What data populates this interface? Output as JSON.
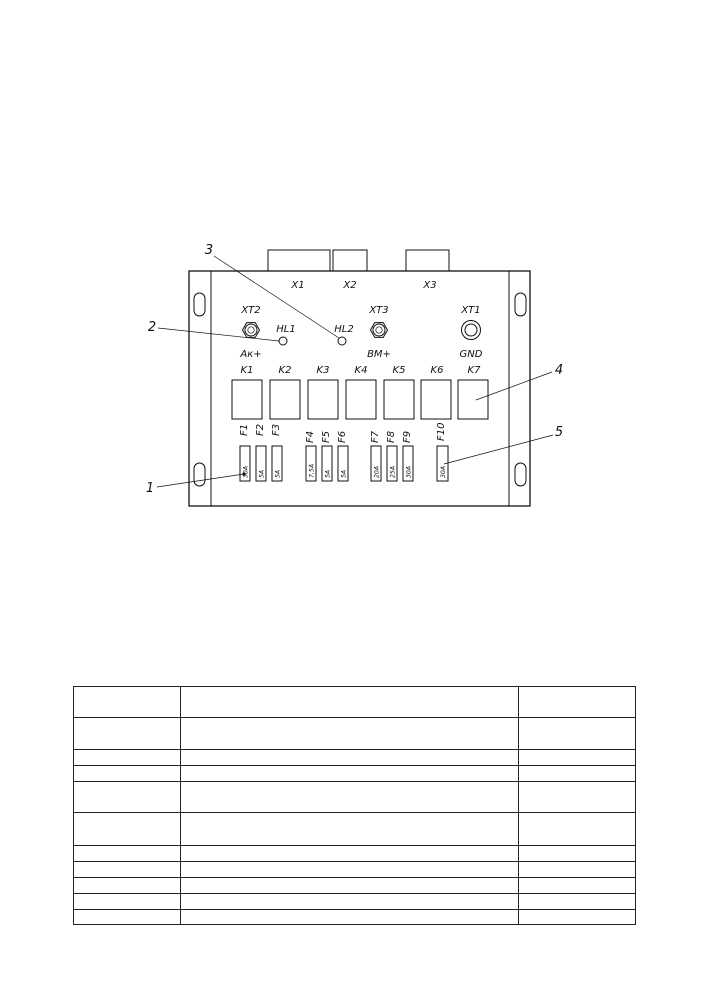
{
  "connectors": [
    "X1",
    "X2",
    "X3"
  ],
  "terminals": [
    {
      "id": "XT2",
      "label": "Aк+"
    },
    {
      "id": "XT3",
      "label": "BM+"
    },
    {
      "id": "XT1",
      "label": "GND"
    }
  ],
  "indicators": [
    "HL1",
    "HL2"
  ],
  "relays": [
    "K1",
    "K2",
    "K3",
    "K4",
    "K5",
    "K6",
    "K7"
  ],
  "fuses": [
    {
      "id": "F1",
      "rating": "30A"
    },
    {
      "id": "F2",
      "rating": "5A"
    },
    {
      "id": "F3",
      "rating": "5A"
    },
    {
      "id": "F4",
      "rating": "7,5A"
    },
    {
      "id": "F5",
      "rating": "5A"
    },
    {
      "id": "F6",
      "rating": "5A"
    },
    {
      "id": "F7",
      "rating": "20A"
    },
    {
      "id": "F8",
      "rating": "25A"
    },
    {
      "id": "F9",
      "rating": "30A"
    },
    {
      "id": "F10",
      "rating": "30A"
    }
  ],
  "callouts": [
    "1",
    "2",
    "3",
    "4",
    "5"
  ],
  "table": {
    "rows": [
      [
        "",
        "",
        ""
      ],
      [
        "",
        "",
        ""
      ],
      [
        "",
        "",
        ""
      ],
      [
        "",
        "",
        ""
      ],
      [
        "",
        "",
        ""
      ],
      [
        "",
        "",
        ""
      ],
      [
        "",
        "",
        ""
      ],
      [
        "",
        "",
        ""
      ],
      [
        "",
        "",
        ""
      ],
      [
        "",
        "",
        ""
      ],
      [
        "",
        "",
        ""
      ]
    ]
  }
}
